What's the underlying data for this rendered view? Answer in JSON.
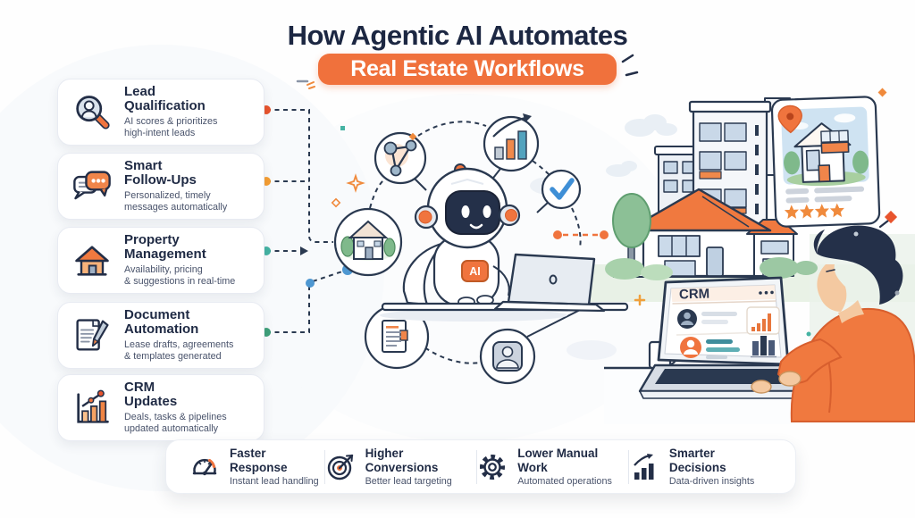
{
  "header": {
    "title_line": "How Agentic AI Automates",
    "banner": "Real Estate Workflows"
  },
  "sidebar": {
    "cards": [
      {
        "title": "Lead\nQualification",
        "desc": "AI scores & prioritizes\nhigh-intent leads",
        "icon": "magnifier-person-icon",
        "connector_dot_color": "#E8542D"
      },
      {
        "title": "Smart\nFollow-Ups",
        "desc": "Personalized, timely\nmessages automatically",
        "icon": "chat-bubbles-icon",
        "connector_dot_color": "#F59E33"
      },
      {
        "title": "Property\nManagement",
        "desc": "Availability, pricing\n& suggestions in real-time",
        "icon": "house-icon",
        "connector_dot_color": "#45B3A3"
      },
      {
        "title": "Document\nAutomation",
        "desc": "Lease drafts, agreements\n& templates generated",
        "icon": "document-pencil-icon",
        "connector_dot_color": "#3FA07A"
      },
      {
        "title": "CRM\nUpdates",
        "desc": "Deals, tasks & pipelines\nupdated automatically",
        "icon": "crm-chart-icon",
        "connector_dot_color": null
      }
    ]
  },
  "center_illustration": {
    "ai_badge": "AI",
    "orbit_icons": [
      "network-nodes-icon",
      "growth-chart-icon",
      "checkmark-icon",
      "house-circle-icon",
      "document-icon",
      "contact-icon"
    ]
  },
  "right_illustration": {
    "crm_screen_title": "CRM",
    "listing_card": {
      "icons": [
        "location-pin-icon",
        "star-icon"
      ],
      "star_count": 4,
      "placeholder_text_lines": 2
    }
  },
  "footer": {
    "items": [
      {
        "title": "Faster Response",
        "desc": "Instant lead handling",
        "icon": "gauge-icon"
      },
      {
        "title": "Higher Conversions",
        "desc": "Better lead targeting",
        "icon": "target-icon"
      },
      {
        "title": "Lower Manual Work",
        "desc": "Automated operations",
        "icon": "gear-icon"
      },
      {
        "title": "Smarter Decisions",
        "desc": "Data-driven insights",
        "icon": "bar-growth-icon"
      }
    ]
  },
  "colors": {
    "accent_orange": "#F0713C",
    "red_orange": "#E8542D",
    "amber": "#F59E33",
    "teal": "#45B3A3",
    "green": "#3FA07A",
    "blue": "#4E97D1",
    "check_blue": "#3F8FD6",
    "navy": "#232E47",
    "text_gray": "#49536B"
  }
}
